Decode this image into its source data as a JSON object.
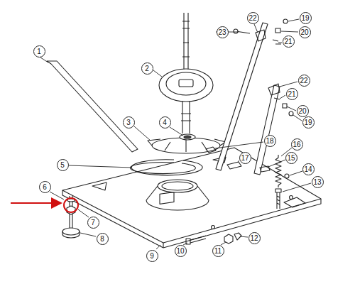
{
  "diagram": {
    "labels": [
      "1",
      "22",
      "19",
      "2",
      "23",
      "20",
      "21",
      "22",
      "21",
      "20",
      "19",
      "3",
      "4",
      "18",
      "16",
      "17",
      "15",
      "14",
      "5",
      "6",
      "13",
      "7",
      "8",
      "12",
      "9",
      "10",
      "11"
    ]
  }
}
